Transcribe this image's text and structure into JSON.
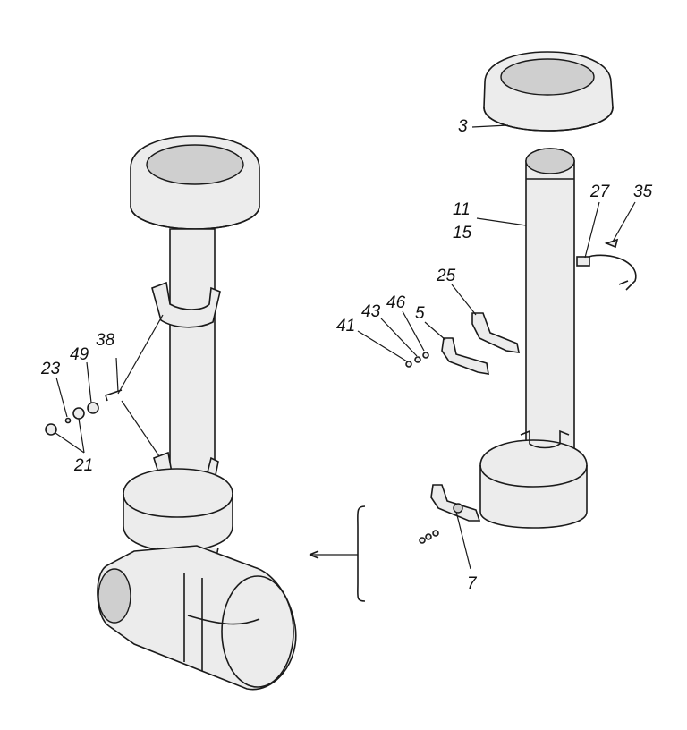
{
  "callouts": {
    "c3": "3",
    "c11": "11",
    "c15": "15",
    "c27": "27",
    "c35": "35",
    "c25": "25",
    "c5": "5",
    "c46": "46",
    "c43": "43",
    "c41": "41",
    "c38": "38",
    "c49": "49",
    "c23": "23",
    "c21": "21",
    "c7": "7"
  },
  "colors": {
    "ink": "#1a1a1a",
    "paper": "#ffffff",
    "shade": "#cfcfcf"
  }
}
